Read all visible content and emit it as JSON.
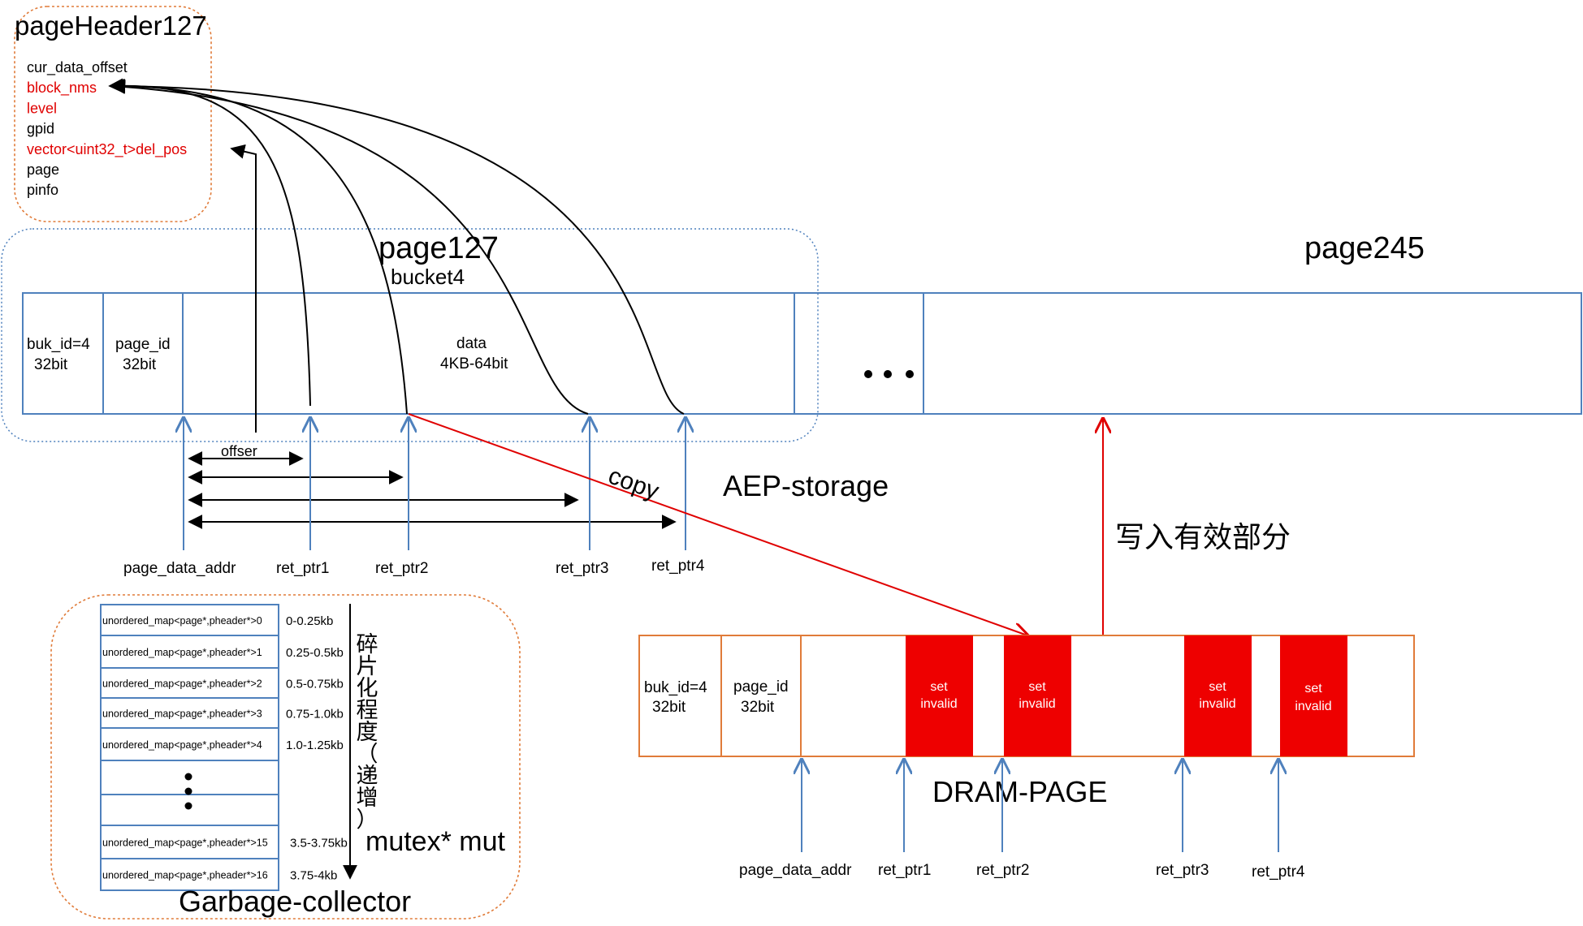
{
  "page_header": {
    "title": "pageHeader127",
    "fields": [
      {
        "name": "cur_data_offset",
        "color": "#000000"
      },
      {
        "name": "block_nms",
        "color": "#e00000"
      },
      {
        "name": "level",
        "color": "#e00000"
      },
      {
        "name": "gpid",
        "color": "#000000"
      },
      {
        "name": "vector<uint32_t>del_pos",
        "color": "#e00000"
      },
      {
        "name": "page",
        "color": "#000000"
      },
      {
        "name": "pinfo",
        "color": "#000000"
      }
    ]
  },
  "aep": {
    "page127_title": "page127",
    "bucket_label": "bucket4",
    "buk_id_line1": "buk_id=4",
    "buk_id_line2": "32bit",
    "page_id_line1": "page_id",
    "page_id_line2": "32bit",
    "data_line1": "data",
    "data_line2": "4KB-64bit",
    "ellipsis": "• • •",
    "page245_title": "page245",
    "storage_label": "AEP-storage",
    "offset_label": "offser",
    "pointers": [
      "page_data_addr",
      "ret_ptr1",
      "ret_ptr2",
      "ret_ptr3",
      "ret_ptr4"
    ]
  },
  "copy_label": "copy",
  "write_valid_label": "写入有效部分",
  "dram": {
    "buk_id_line1": "buk_id=4",
    "buk_id_line2": "32bit",
    "page_id_line1": "page_id",
    "page_id_line2": "32bit",
    "invalid_line1": "set",
    "invalid_line2": "invalid",
    "label": "DRAM-PAGE",
    "pointers": [
      "page_data_addr",
      "ret_ptr1",
      "ret_ptr2",
      "ret_ptr3",
      "ret_ptr4"
    ]
  },
  "gc": {
    "title": "Garbage-collector",
    "mutex_label": "mutex* mut",
    "fragment_label_chars": [
      "碎",
      "片",
      "化",
      "程",
      "度",
      "（",
      "递",
      "增",
      "）"
    ],
    "rows": [
      {
        "map": "unordered_map<page*,pheader*>0",
        "range": "0-0.25kb"
      },
      {
        "map": "unordered_map<page*,pheader*>1",
        "range": "0.25-0.5kb"
      },
      {
        "map": "unordered_map<page*,pheader*>2",
        "range": "0.5-0.75kb"
      },
      {
        "map": "unordered_map<page*,pheader*>3",
        "range": "0.75-1.0kb"
      },
      {
        "map": "unordered_map<page*,pheader*>4",
        "range": "1.0-1.25kb"
      },
      {
        "map": "unordered_map<page*,pheader*>15",
        "range": "3.5-3.75kb"
      },
      {
        "map": "unordered_map<page*,pheader*>16",
        "range": "3.75-4kb"
      }
    ]
  },
  "colors": {
    "blue": "#4f81bd",
    "orange": "#e07b39",
    "red": "#e00000"
  }
}
